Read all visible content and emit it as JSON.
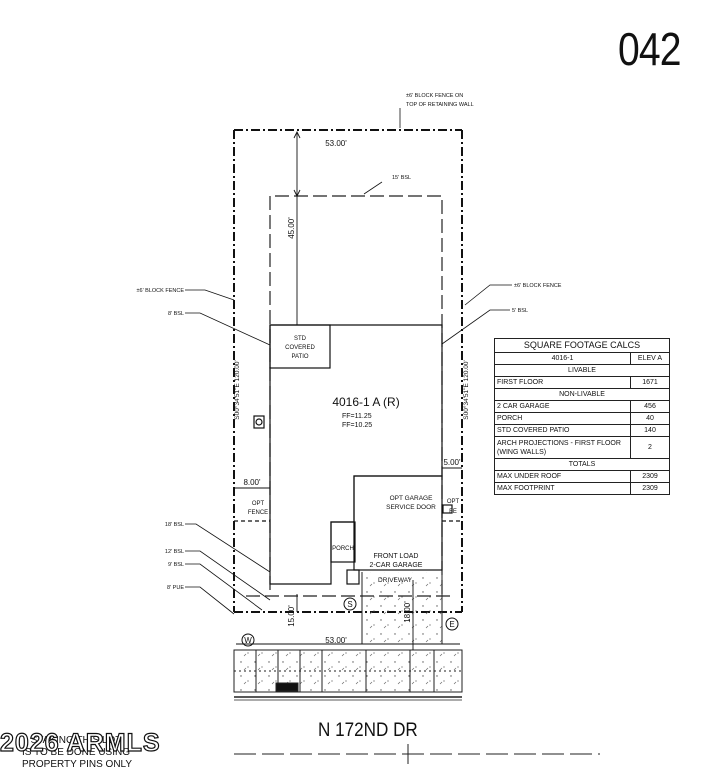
{
  "lot_number": "042",
  "street": "N 172ND DR",
  "plan": {
    "name": "4016-1 A (R)",
    "ff_1": "FF=11.25",
    "ff_2": "FF=10.25"
  },
  "rooms": {
    "patio_line1": "STD",
    "patio_line2": "COVERED",
    "patio_line3": "PATIO",
    "porch": "PORCH",
    "garage_line1": "FRONT LOAD",
    "garage_line2": "2-CAR GARAGE",
    "garage_door_line1": "OPT GARAGE",
    "garage_door_line2": "SERVICE DOOR",
    "driveway": "DRIVEWAY",
    "opt_fence_left_1": "OPT",
    "opt_fence_left_2": "FENCE",
    "opt_fence_right_1": "OPT",
    "opt_fence_right_2": "FE"
  },
  "dimensions": {
    "top_width": "53.00'",
    "bottom_width": "53.00'",
    "rear_setback": "45.00'",
    "side_left": "8.00'",
    "side_right": "5.00'",
    "front_left": "15.00'",
    "front_right": "18.00'",
    "bearing_left": "S00°34'51\"E  120.00'",
    "bearing_right": "S00°34'51\"E  120.00'"
  },
  "callouts": {
    "block_fence_retaining_1": "±6' BLOCK FENCE ON",
    "block_fence_retaining_2": "TOP OF RETAINING WALL",
    "bsl_15": "15' BSL",
    "block_fence_left": "±6' BLOCK FENCE",
    "bsl_8": "8' BSL",
    "block_fence_right": "±6' BLOCK FENCE",
    "bsl_5": "5' BSL",
    "bsl_18": "18' BSL",
    "bsl_12": "12' BSL",
    "bsl_9": "9' BSL",
    "pue_8": "8' PUE"
  },
  "markers": {
    "water": "W",
    "sewer": "S",
    "electric": "E"
  },
  "sqft_table": {
    "title": "SQUARE FOOTAGE CALCS",
    "plan": "4016-1",
    "elevation": "ELEV A",
    "livable_header": "LIVABLE",
    "livable": [
      {
        "label": "FIRST FLOOR",
        "value": "1671"
      }
    ],
    "non_livable_header": "NON-LIVABLE",
    "non_livable": [
      {
        "label": "2 CAR GARAGE",
        "value": "456"
      },
      {
        "label": "PORCH",
        "value": "40"
      },
      {
        "label": "STD COVERED PATIO",
        "value": "140"
      },
      {
        "label": "ARCH PROJECTIONS - FIRST FLOOR (WING WALLS)",
        "value": "2"
      }
    ],
    "totals_header": "TOTALS",
    "totals": [
      {
        "label": "MAX UNDER ROOF",
        "value": "2309"
      },
      {
        "label": "MAX FOOTPRINT",
        "value": "2309"
      }
    ]
  },
  "watermark": "2026 ARMLS",
  "disclaimer": [
    "STAKING THIS LOT",
    "IS TO BE DONE USING",
    "PROPERTY PINS ONLY"
  ]
}
